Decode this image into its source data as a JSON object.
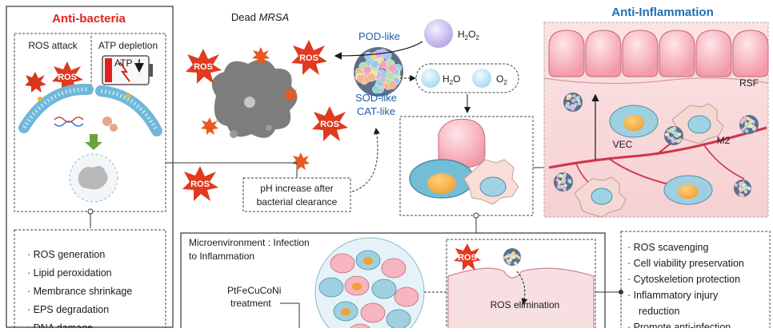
{
  "anti_bacteria": {
    "title": "Anti-bacteria",
    "ros_attack": "ROS attack",
    "atp_depletion": "ATP depletion",
    "atp_label": "ATP",
    "ros_badge": "ROS",
    "bullets": [
      "ROS generation",
      "Lipid peroxidation",
      "Membrance shrinkage",
      "EPS degradation",
      "DNA damage"
    ]
  },
  "center": {
    "dead_mrsa_prefix": "Dead ",
    "dead_mrsa_italic": "MRSA",
    "ros_badge": "ROS",
    "pod_like": "POD-like",
    "sod_like": "SOD-like",
    "cat_like": "CAT-like",
    "h2o2": "H",
    "h2o2_sub1": "2",
    "h2o2_mid": "O",
    "h2o2_sub2": "2",
    "h2o": "H",
    "h2o_sub": "2",
    "h2o_end": "O",
    "o2": "O",
    "o2_sub": "2",
    "ph_line1": "pH increase after",
    "ph_line2": "bacterial clearance"
  },
  "anti_inflammation": {
    "title": "Anti-Inflammation",
    "rsf": "RSF",
    "vec": "VEC",
    "m2": "M2"
  },
  "microenvironment": {
    "line1": "Microenvironment : Infection",
    "line2": "to Inflammation",
    "treatment_line1": "PtFeCuCoNi",
    "treatment_line2": "treatment",
    "ros_badge": "ROS",
    "ros_elimination": "ROS elimination"
  },
  "right_bullets": [
    "ROS scavenging",
    "Cell viability preservation",
    "Cytoskeletion protection",
    "Inflammatory injury",
    "reduction",
    "Promote anti-infection"
  ],
  "colors": {
    "red_title": "#e0241c",
    "blue_title": "#1f6fb2",
    "ros_red": "#e03a1f",
    "dead_bacteria": "#7d7d7d",
    "tissue_pink": "#f3b8bc"
  }
}
